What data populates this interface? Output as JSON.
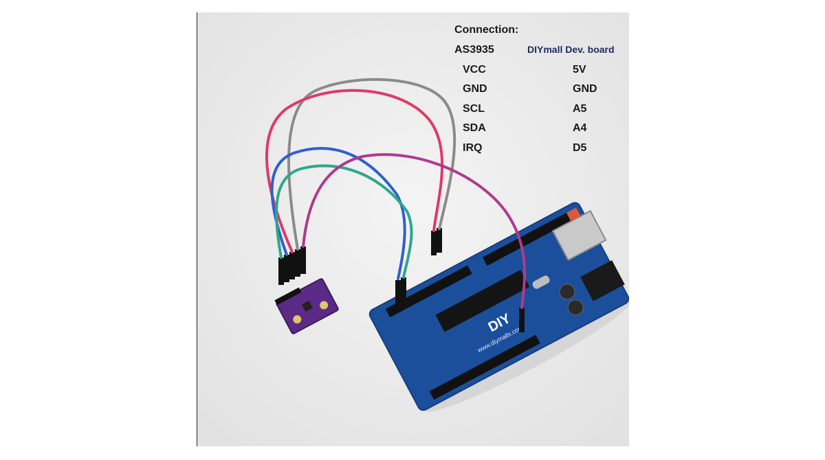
{
  "connection": {
    "title": "Connection:",
    "left_header": "AS3935",
    "right_header": "DIYmall Dev. board",
    "rows": [
      {
        "from": "VCC",
        "to": "5V"
      },
      {
        "from": "GND",
        "to": "GND"
      },
      {
        "from": "SCL",
        "to": "A5"
      },
      {
        "from": "SDA",
        "to": "A4"
      },
      {
        "from": "IRQ",
        "to": "D5"
      }
    ]
  },
  "board": {
    "logo": "DIY",
    "website": "www.diymalls.com"
  },
  "colors": {
    "background": "#ececec",
    "board_blue": "#1b4f9c",
    "sensor_purple": "#5a2a86",
    "wire_gray": "#8a8a8a",
    "wire_red": "#e0386a",
    "wire_blue": "#2f5fd0",
    "wire_green": "#2ba88a",
    "wire_magenta": "#b03a8c"
  }
}
